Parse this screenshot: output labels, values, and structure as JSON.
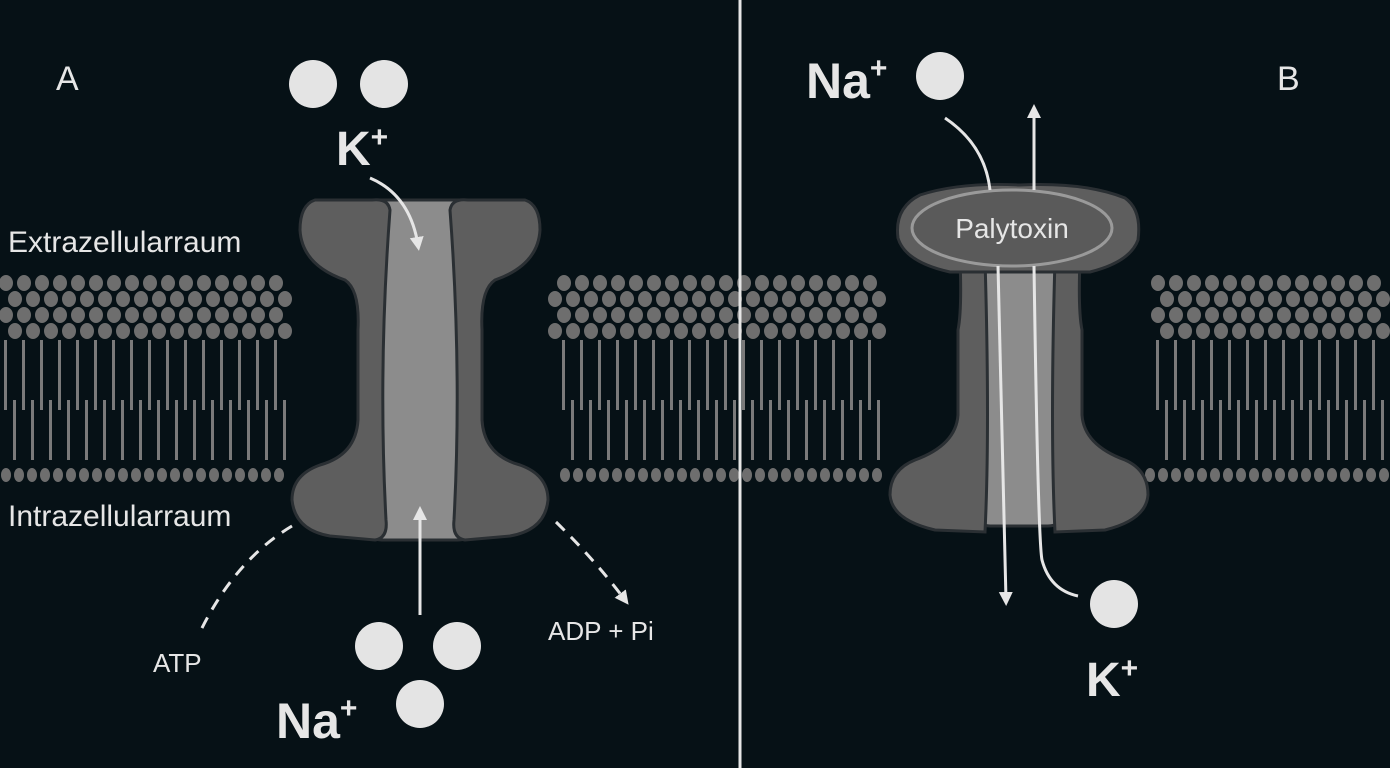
{
  "panel_a": {
    "label": "A",
    "extracellular_label": "Extrazellularraum",
    "intracellular_label": "Intrazellularraum",
    "ion_top": {
      "symbol": "K",
      "charge": "+"
    },
    "ion_bottom": {
      "symbol": "Na",
      "charge": "+"
    },
    "atp_label": "ATP",
    "adp_label": "ADP + Pi"
  },
  "panel_b": {
    "label": "B",
    "toxin_label": "Palytoxin",
    "ion_top": {
      "symbol": "Na",
      "charge": "+"
    },
    "ion_bottom": {
      "symbol": "K",
      "charge": "+"
    }
  },
  "colors": {
    "background": "#061116",
    "membrane_head": "#6e6e6e",
    "protein": "#5c5c5c",
    "channel": "#8a8a8a",
    "ion": "#e4e4e4",
    "text": "#e6e6e6"
  }
}
